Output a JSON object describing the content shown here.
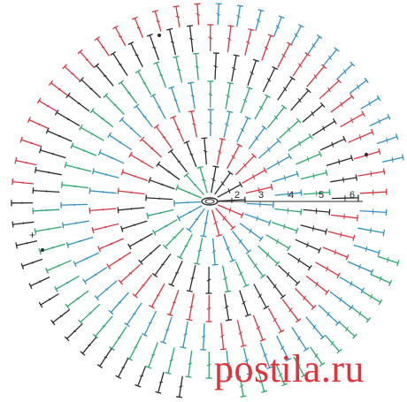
{
  "row_labels": [
    "2",
    "3",
    "4",
    "5",
    "6"
  ],
  "watermark": "postila.ru",
  "colors": {
    "black": "#2a2a2a",
    "red": "#d6343f",
    "blue": "#2f8fc0",
    "green": "#2aa66b"
  },
  "color_sequence": [
    "red",
    "blue",
    "green",
    "black",
    "red",
    "blue",
    "green",
    "black"
  ]
}
